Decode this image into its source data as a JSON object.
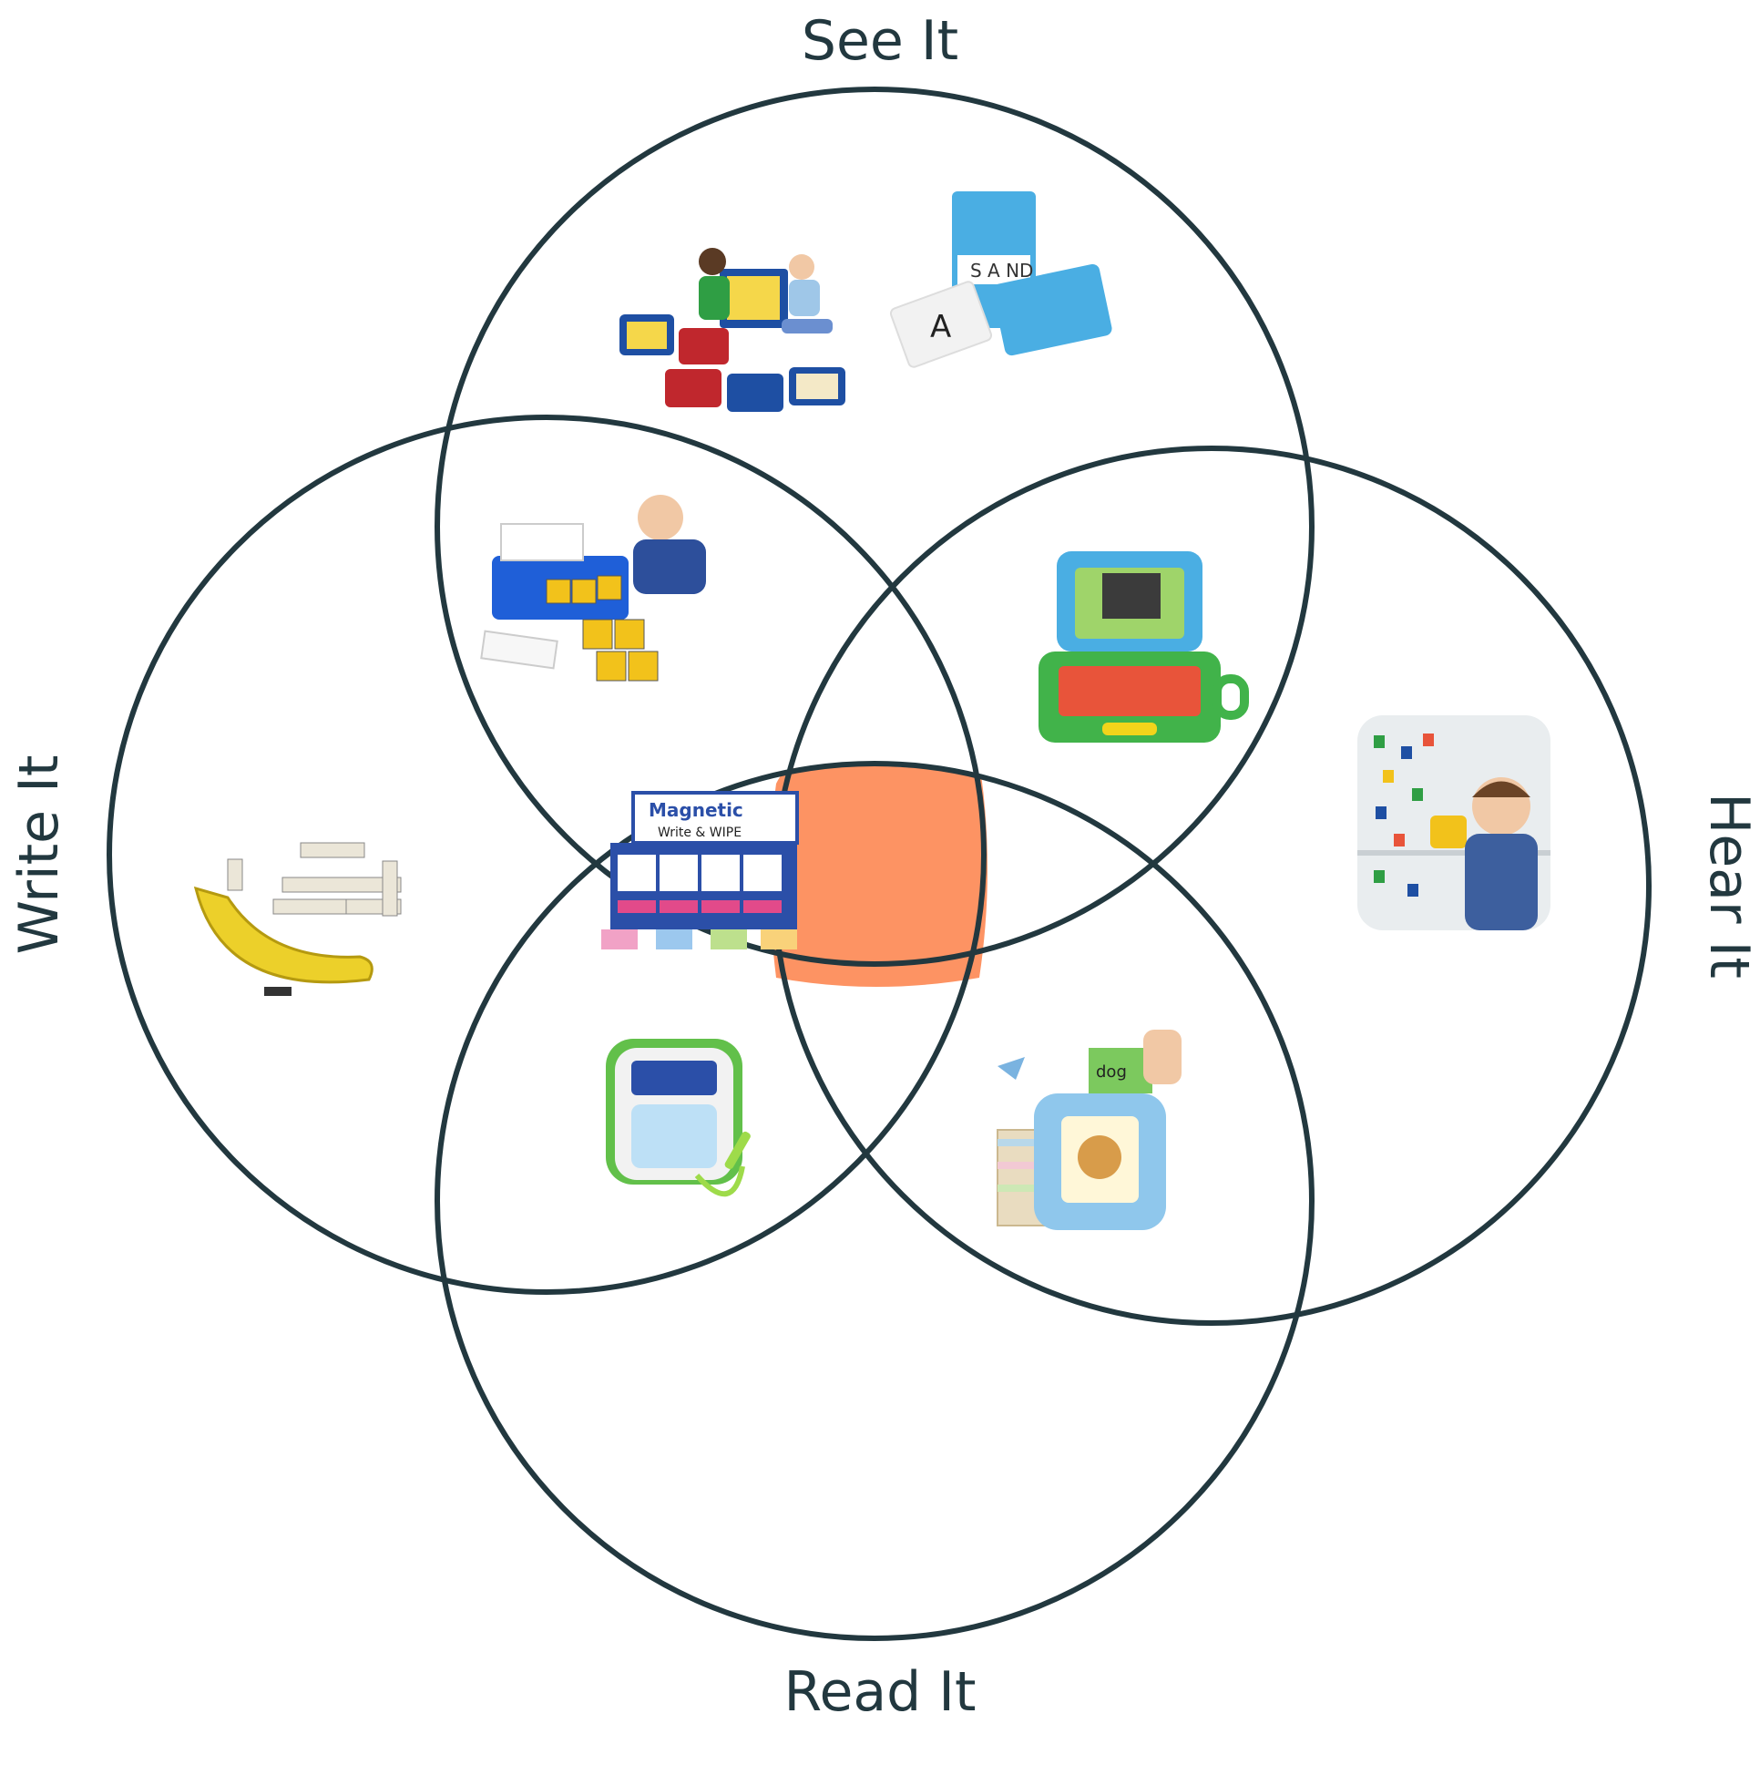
{
  "labels": {
    "top": "See It",
    "left": "Write It",
    "right": "Hear It",
    "bottom": "Read It"
  },
  "colors": {
    "circle_stroke": "#22383f",
    "center_fill": "#fd9363",
    "background": "#ffffff"
  },
  "products": [
    {
      "name": "alphabet-carpet-squares-icon",
      "region": "See It"
    },
    {
      "name": "cvc-playing-cards-icon",
      "region": "See It"
    },
    {
      "name": "letter-matching-game-icon",
      "region": "See It & Write It"
    },
    {
      "name": "leapfrog-laptop-icon",
      "region": "See It & Hear It"
    },
    {
      "name": "bananagrams-icon",
      "region": "Write It"
    },
    {
      "name": "magnetic-write-wipe-icon",
      "region": "See It & Write It & Read It"
    },
    {
      "name": "fridge-magnets-icon",
      "region": "Hear It"
    },
    {
      "name": "scribble-write-tablet-icon",
      "region": "Write It & Read It"
    },
    {
      "name": "talking-flash-cards-icon",
      "region": "Hear It & Read It"
    }
  ]
}
